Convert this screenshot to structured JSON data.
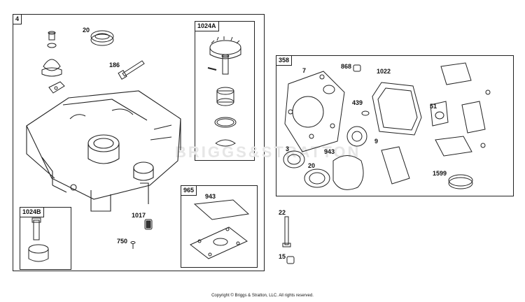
{
  "groups": {
    "main": "4",
    "gear": "1024A",
    "gasket_set": "358",
    "cover_kit": "965",
    "sub": "1024B"
  },
  "parts": {
    "p20_top": "20",
    "p186": "186",
    "p1017": "1017",
    "p750": "750",
    "p943_cover": "943",
    "p7": "7",
    "p868": "868",
    "p1022": "1022",
    "p439": "439",
    "p51": "51",
    "p3": "3",
    "p943": "943",
    "p9": "9",
    "p20_bottom": "20",
    "p1599": "1599",
    "p22": "22",
    "p15": "15"
  },
  "watermark": "BRIGGS&STRATTON",
  "copyright": "Copyright © Briggs & Stratton, LLC. All rights reserved."
}
